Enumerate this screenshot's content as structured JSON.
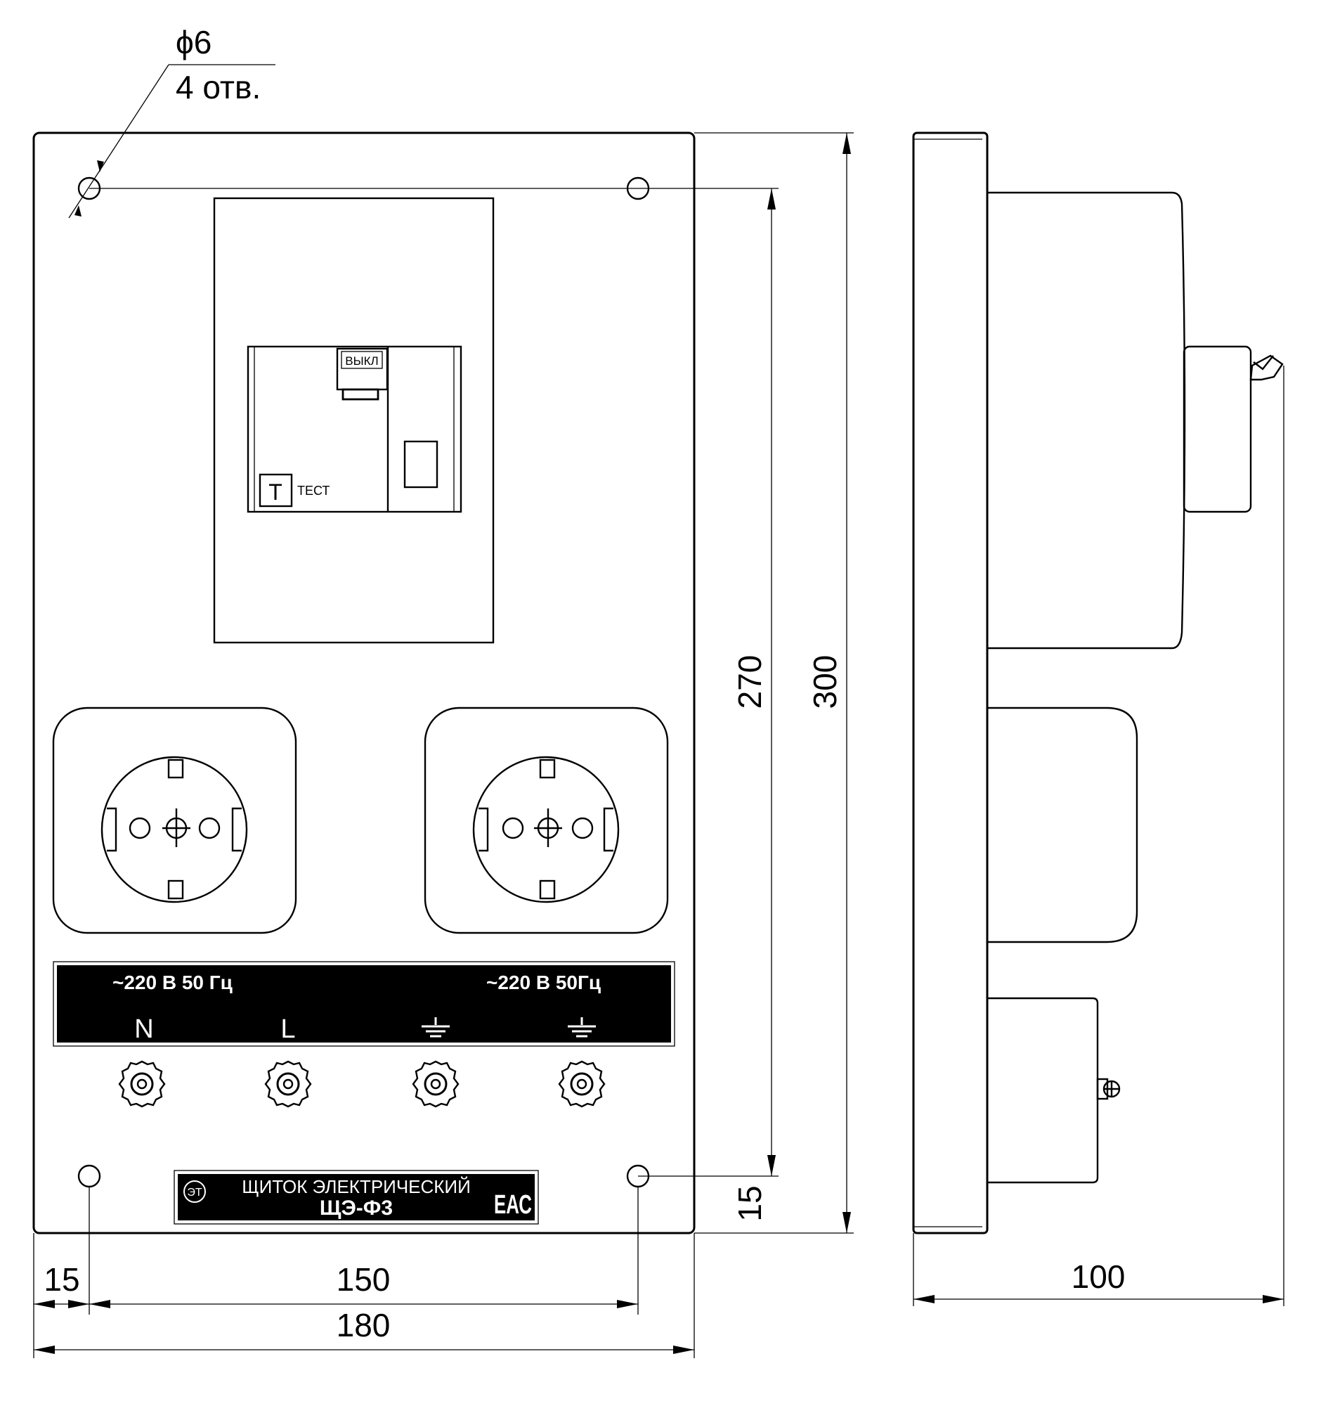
{
  "callout": {
    "diameter": "ϕ6",
    "holes": "4 отв."
  },
  "rcd": {
    "off_label": "ВЫКЛ",
    "test_button": "Т",
    "test_label": "ТЕСТ"
  },
  "terminal_panel": {
    "left_voltage": "~220 В 50 Гц",
    "right_voltage": "~220 В 50Гц",
    "terminals": [
      {
        "label": "N",
        "symbol": "text"
      },
      {
        "label": "L",
        "symbol": "text"
      },
      {
        "label": "",
        "symbol": "ground-icon"
      },
      {
        "label": "",
        "symbol": "ground-icon"
      }
    ]
  },
  "nameplate": {
    "line1": "ЩИТОК ЭЛЕКТРИЧЕСКИЙ",
    "line2": "ЩЭ-Ф3",
    "mark": "ЕАС",
    "logo": "ЭТ"
  },
  "dimensions": {
    "hole_spacing_vertical": "270",
    "height_total": "300",
    "bottom_offset": "15",
    "left_offset": "15",
    "hole_spacing_horizontal": "150",
    "width_total": "180",
    "depth": "100"
  },
  "colors": {
    "line": "#000000",
    "panel_fill": "#000000",
    "background": "#ffffff"
  }
}
